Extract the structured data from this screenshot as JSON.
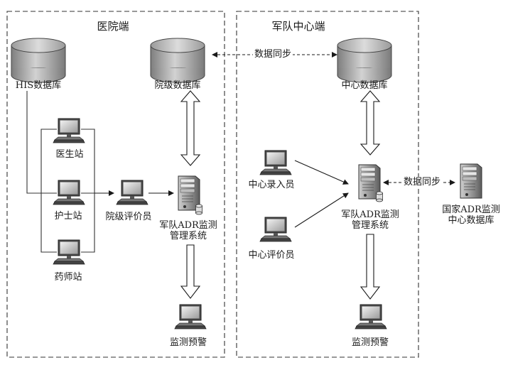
{
  "regions": {
    "hospital": {
      "title": "医院端"
    },
    "military": {
      "title": "军队中心端"
    }
  },
  "nodes": {
    "his_db": "HIS数据库",
    "hospital_db": "院级数据库",
    "center_db": "中心数据库",
    "doctor": "医生站",
    "nurse": "护士站",
    "pharmacist": "药师站",
    "hospital_evaluator": "院级评价员",
    "hospital_system": "军队ADR监测\n管理系统",
    "hospital_warning": "监测预警",
    "center_entry": "中心录入员",
    "center_evaluator": "中心评价员",
    "military_system": "军队ADR监测\n管理系统",
    "military_warning": "监测预警",
    "national_db": "国家ADR监测\n中心数据库"
  },
  "edges": {
    "sync_top": "数据同步",
    "sync_right": "数据同步"
  },
  "icons": [
    "database-icon",
    "computer-icon",
    "server-icon"
  ]
}
